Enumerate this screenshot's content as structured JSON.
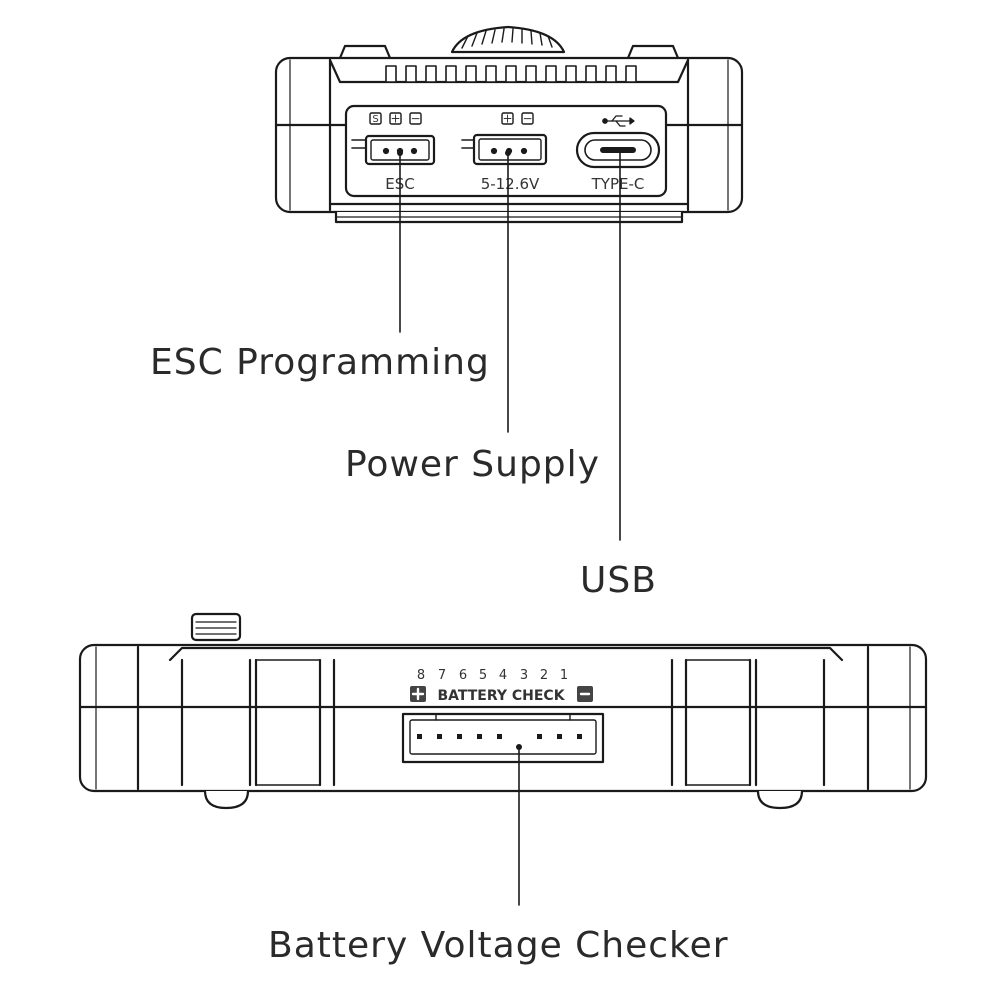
{
  "top_view": {
    "ports": [
      {
        "symbols": "S + −",
        "label": "ESC"
      },
      {
        "symbols": "+ −",
        "label": "5-12.6V"
      },
      {
        "symbols": "usb-icon",
        "label": "TYPE-C"
      }
    ]
  },
  "bottom_view": {
    "pin_numbers": [
      "8",
      "7",
      "6",
      "5",
      "4",
      "3",
      "2",
      "1"
    ],
    "battery_check_label": "BATTERY CHECK"
  },
  "callouts": {
    "esc": "ESC Programming",
    "power": "Power Supply",
    "usb": "USB",
    "battery": "Battery Voltage Checker"
  },
  "colors": {
    "line": "#1a1a1a",
    "fill": "#ffffff"
  }
}
